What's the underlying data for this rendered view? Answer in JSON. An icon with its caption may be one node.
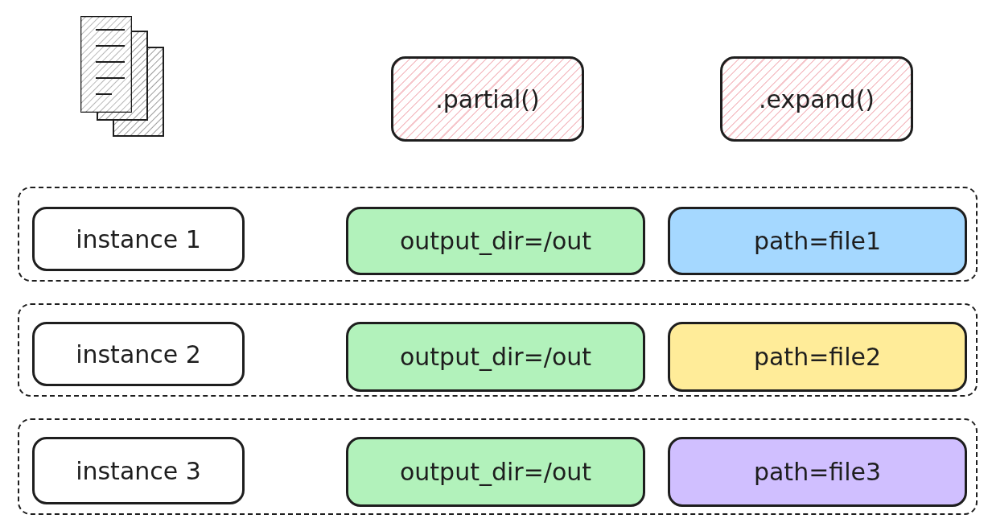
{
  "diagram": {
    "nodes": [
      {
        "text": [
          ".partial()"
        ]
      },
      {
        "text": [
          ".expand()"
        ]
      },
      {
        "text": [],
        "shape": "box"
      },
      {
        "text": [
          "instance 1"
        ],
        "in": 2
      },
      {
        "text": [
          "output_dir=/out"
        ],
        "in": 2
      },
      {
        "text": [
          "path=file1"
        ],
        "in": 2
      },
      {
        "text": [],
        "shape": "box"
      },
      {
        "text": [
          "instance 2"
        ],
        "in": 6
      },
      {
        "text": [
          "output_dir=/out"
        ],
        "in": 6
      },
      {
        "text": [
          "path=file2"
        ],
        "in": 6
      },
      {
        "text": [],
        "shape": "box"
      },
      {
        "text": [
          "instance 3"
        ],
        "in": 10
      },
      {
        "text": [
          "output_dir=/out"
        ],
        "in": 10
      },
      {
        "text": [
          "path=file3"
        ],
        "in": 10
      }
    ]
  }
}
